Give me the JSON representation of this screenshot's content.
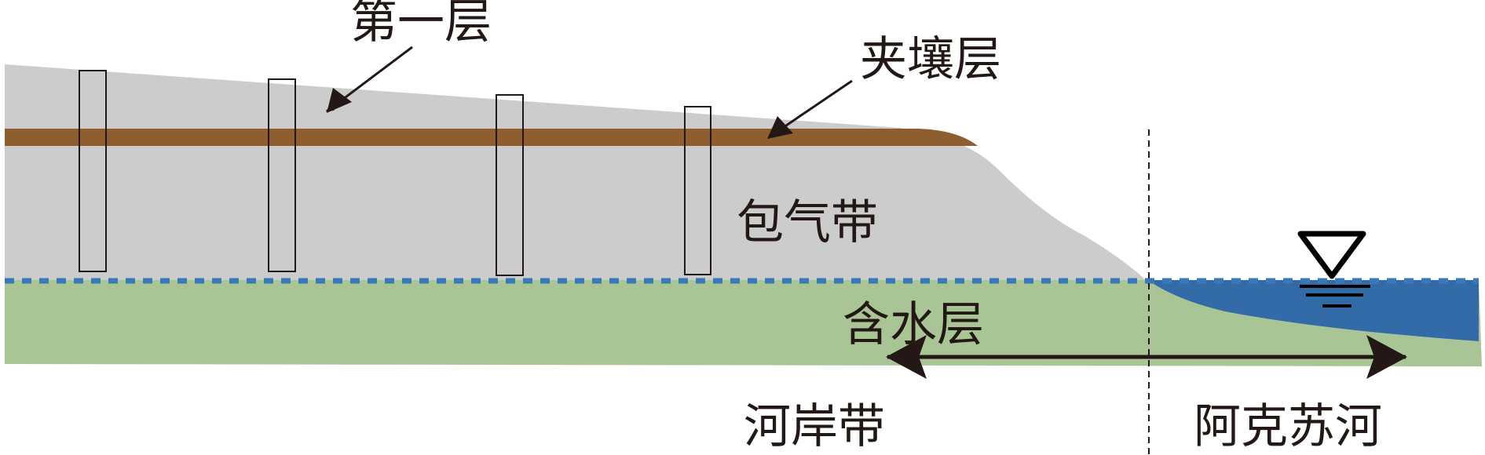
{
  "labels": {
    "first_layer": "第一层",
    "interlayer": "夹壤层",
    "vadose_zone": "包气带",
    "aquifer": "含水层",
    "riparian_zone": "河岸带",
    "river": "阿克苏河"
  },
  "colors": {
    "vadose": "#cccccc",
    "interlayer": "#8f5e2e",
    "aquifer": "#a9c595",
    "water": "#336ba8",
    "water_table": "#3a78b8",
    "ink": "#231815"
  }
}
